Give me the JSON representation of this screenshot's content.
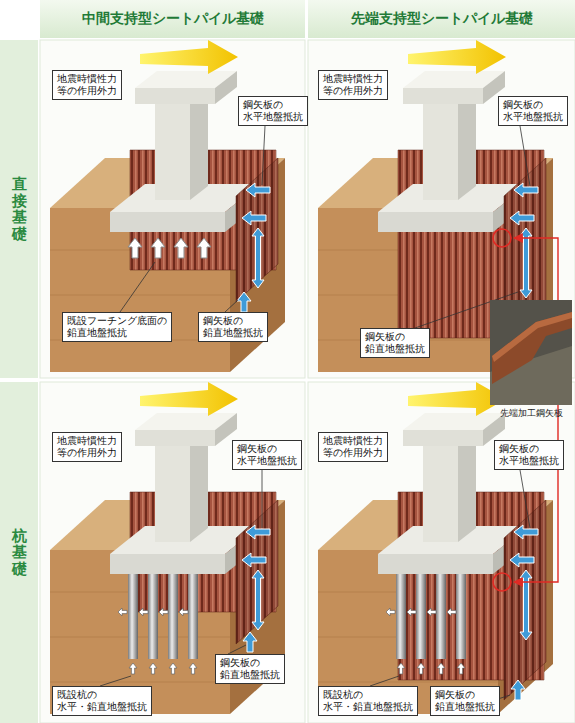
{
  "diagram": {
    "nodes": [
      {
        "text": [
          "中間支持型シートパイル基礎"
        ]
      },
      {
        "text": [
          "先端支持型シートパイル基礎"
        ]
      },
      {
        "text": [
          "直接基礎"
        ]
      },
      {
        "text": [
          "地震時慣性力 等の作用外力"
        ]
      },
      {
        "text": [
          "鋼矢板の 水平地盤抵抗"
        ]
      },
      {
        "text": [
          "既設フーチング底面の 鉛直地盤抵抗"
        ]
      },
      {
        "text": [
          "鋼矢板の 鉛直地盤抵抗"
        ]
      },
      {
        "text": [
          "地震時慣性力 等の作用外力"
        ]
      },
      {
        "text": [
          "鋼矢板の 水平地盤抵抗"
        ]
      },
      {
        "text": [
          "鋼矢板の 鉛直地盤抵抗"
        ]
      },
      {
        "text": [
          "杭基礎"
        ]
      },
      {
        "text": [
          "地震時慣性力 等の作用外力"
        ]
      },
      {
        "text": [
          "鋼矢板の 水平地盤抵抗"
        ]
      },
      {
        "text": [
          "鋼矢板の 鉛直地盤抵抗"
        ]
      },
      {
        "text": [
          "既設杭の 水平・鉛直地盤抵抗"
        ]
      },
      {
        "text": [
          "地震時慣性力 等の作用外力"
        ]
      },
      {
        "text": [
          "鋼矢板の 水平地盤抵抗"
        ]
      },
      {
        "text": [
          "鋼矢板の 鉛直地盤抵抗"
        ]
      },
      {
        "text": [
          "既設杭の 水平・鉛直地盤抵抗"
        ]
      }
    ],
    "labels": [
      "先端加工鋼矢板"
    ]
  }
}
